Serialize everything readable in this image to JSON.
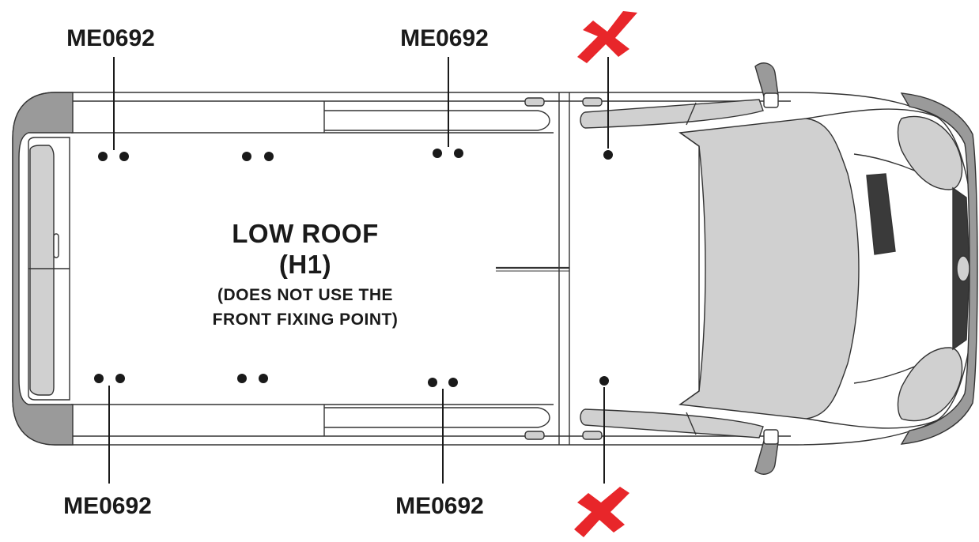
{
  "diagram": {
    "roof_title": "LOW ROOF",
    "roof_code": "(H1)",
    "note_line1": "(DOES NOT USE THE",
    "note_line2": "FRONT FIXING POINT)"
  },
  "labels": {
    "top_left": "ME0692",
    "top_middle": "ME0692",
    "bottom_left": "ME0692",
    "bottom_middle": "ME0692"
  },
  "colors": {
    "outline": "#333333",
    "body_grey": "#9a9a9a",
    "glass_grey": "#d0d0d0",
    "dark_panel": "#3a3a3a",
    "marker_red": "#e8262a",
    "dot": "#1a1a1a"
  }
}
